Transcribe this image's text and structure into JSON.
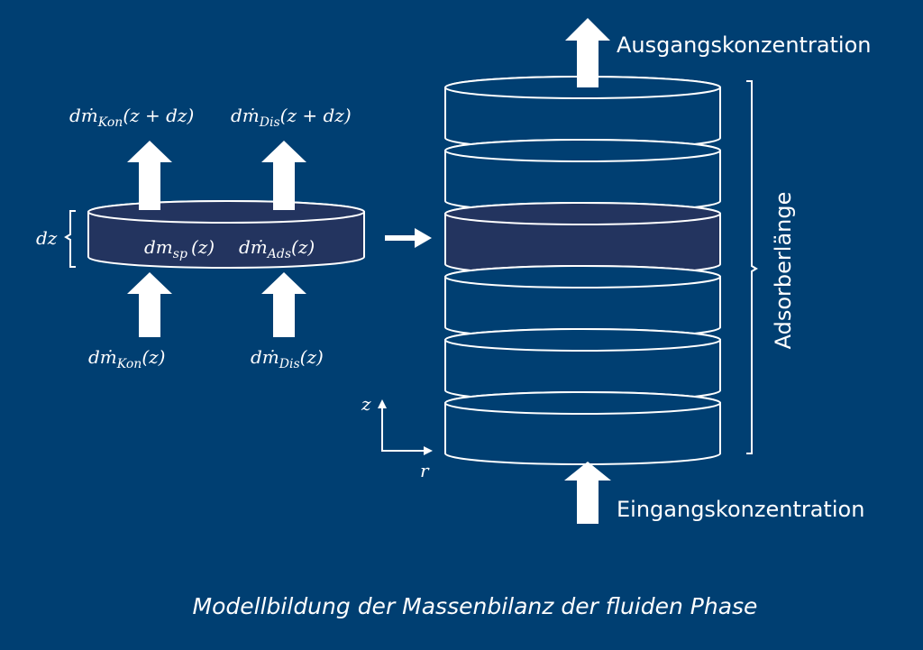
{
  "colors": {
    "background": "#003f72",
    "highlight_disc": "#23345f",
    "stroke": "#ffffff"
  },
  "element_disc": {
    "height_label": "dz",
    "content": {
      "storage": {
        "base": "dm",
        "sub": "sp",
        "arg": "(z)"
      },
      "adsorption": {
        "base": "dṁ",
        "sub": "Ads",
        "arg": "(z)"
      }
    },
    "outflows": [
      {
        "base": "dṁ",
        "sub": "Kon",
        "arg": "(z + dz)"
      },
      {
        "base": "dṁ",
        "sub": "Dis",
        "arg": "(z + dz)"
      }
    ],
    "inflows": [
      {
        "base": "dṁ",
        "sub": "Kon",
        "arg": "(z)"
      },
      {
        "base": "dṁ",
        "sub": "Dis",
        "arg": "(z)"
      }
    ]
  },
  "column": {
    "disc_count": 6,
    "highlighted_disc_index": 2,
    "length_label": "Adsorberlänge",
    "outlet_label": "Ausgangskonzentration",
    "inlet_label": "Eingangskonzentration"
  },
  "axes": {
    "vertical": "z",
    "horizontal": "r"
  },
  "caption": "Modellbildung der Massenbilanz der fluiden Phase"
}
